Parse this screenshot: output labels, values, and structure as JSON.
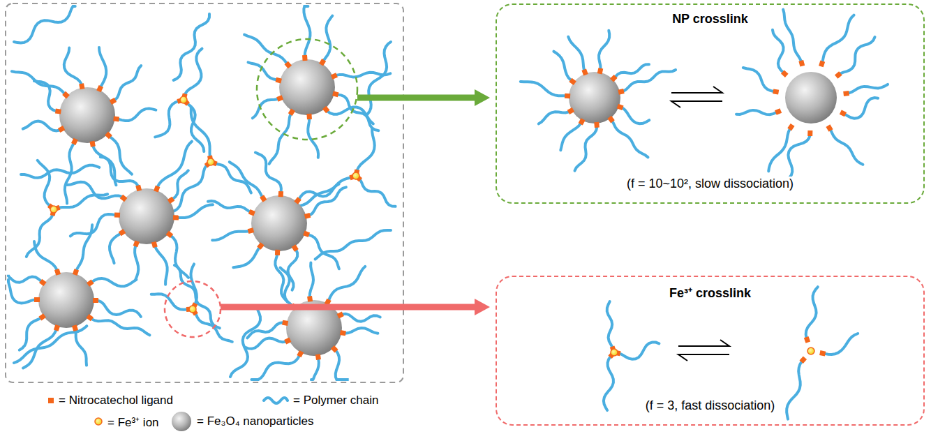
{
  "diagram": {
    "nodes": [
      {
        "text": [
          "NP crosslink",
          "(f = 10~10², slow dissociation)"
        ]
      },
      {
        "text": [
          "Fe³⁺ crosslink",
          "(f = 3, fast dissociation)"
        ]
      }
    ],
    "legend": [
      {
        "text": "= Nitrocatechol ligand",
        "color": "#f4661b"
      },
      {
        "text": "= Polymer chain"
      },
      {
        "text": "= Fe³⁺ ion"
      },
      {
        "text": "= Fe₃O₄ nanoparticles"
      }
    ]
  }
}
